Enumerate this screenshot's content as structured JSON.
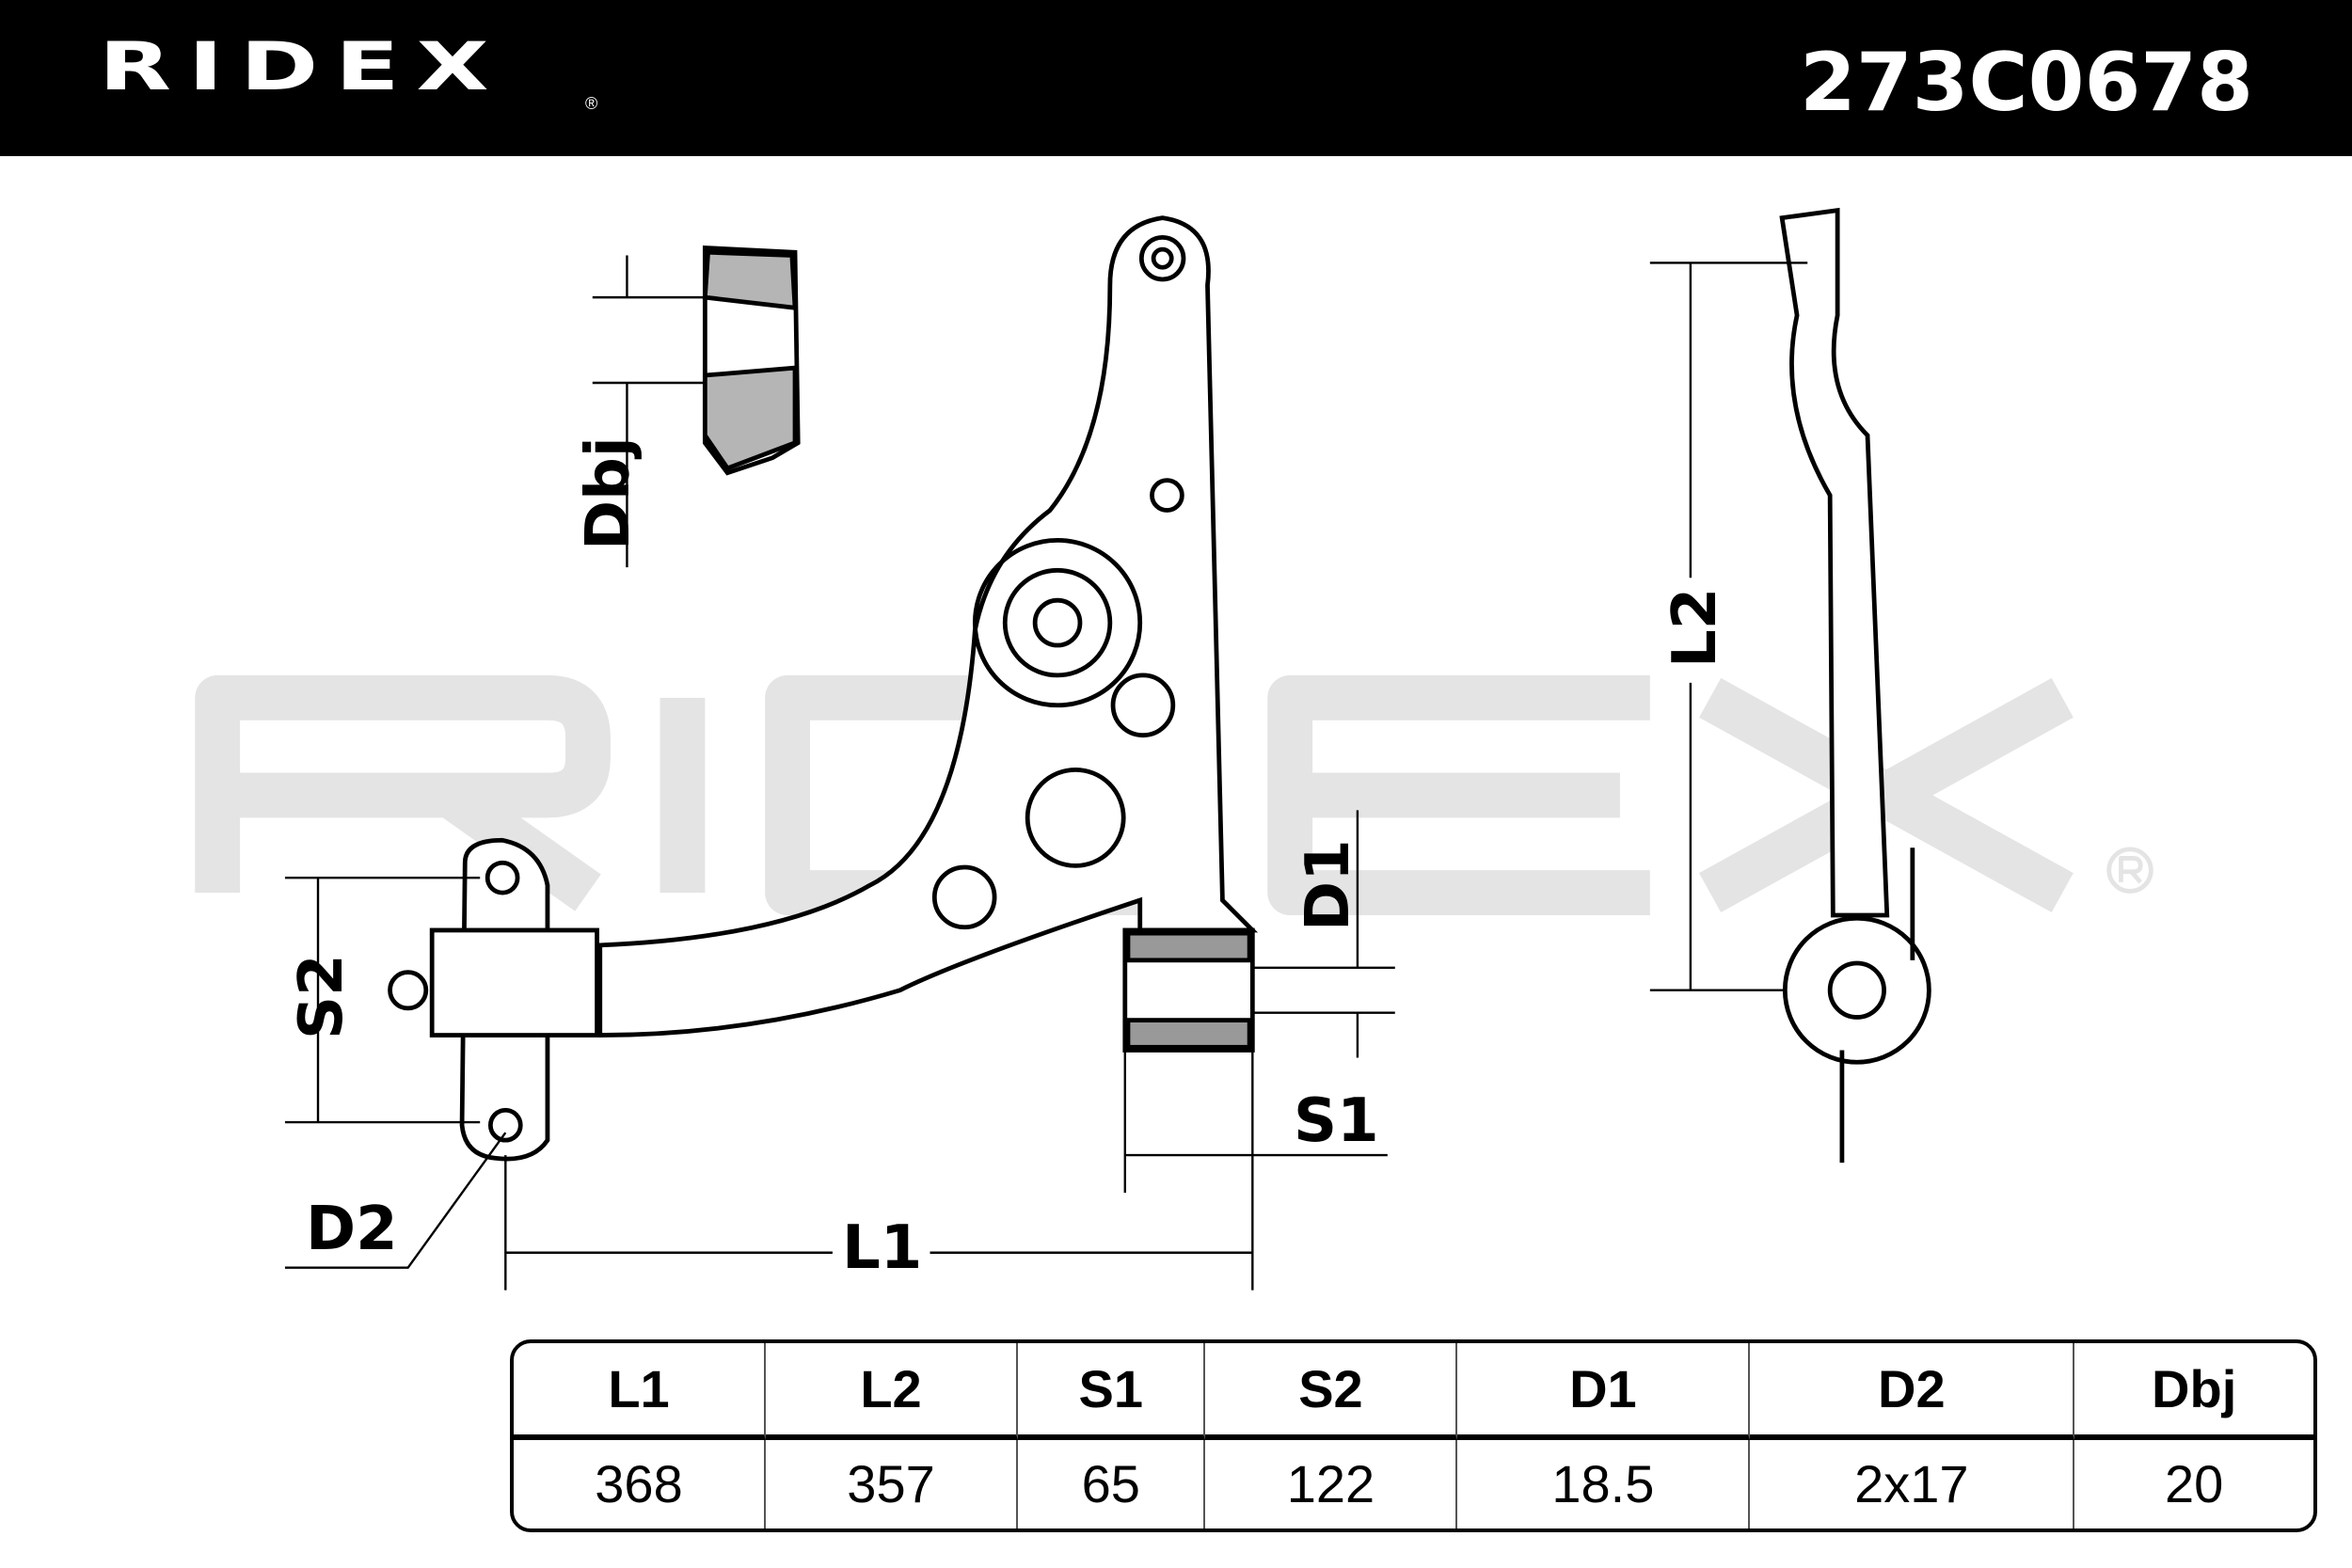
{
  "header": {
    "brand": "RIDEX",
    "registered": "®",
    "part_number": "273C0678"
  },
  "watermark": {
    "text": "RIDEX",
    "registered": "®"
  },
  "dimension_labels": {
    "dbj": "Dbj",
    "l2": "L2",
    "s2": "S2",
    "d1": "D1",
    "s1": "S1",
    "d2": "D2",
    "l1": "L1"
  },
  "spec_table": {
    "headers": [
      "L1",
      "L2",
      "S1",
      "S2",
      "D1",
      "D2",
      "Dbj"
    ],
    "values": [
      "368",
      "357",
      "65",
      "122",
      "18.5",
      "2x17",
      "20"
    ]
  }
}
